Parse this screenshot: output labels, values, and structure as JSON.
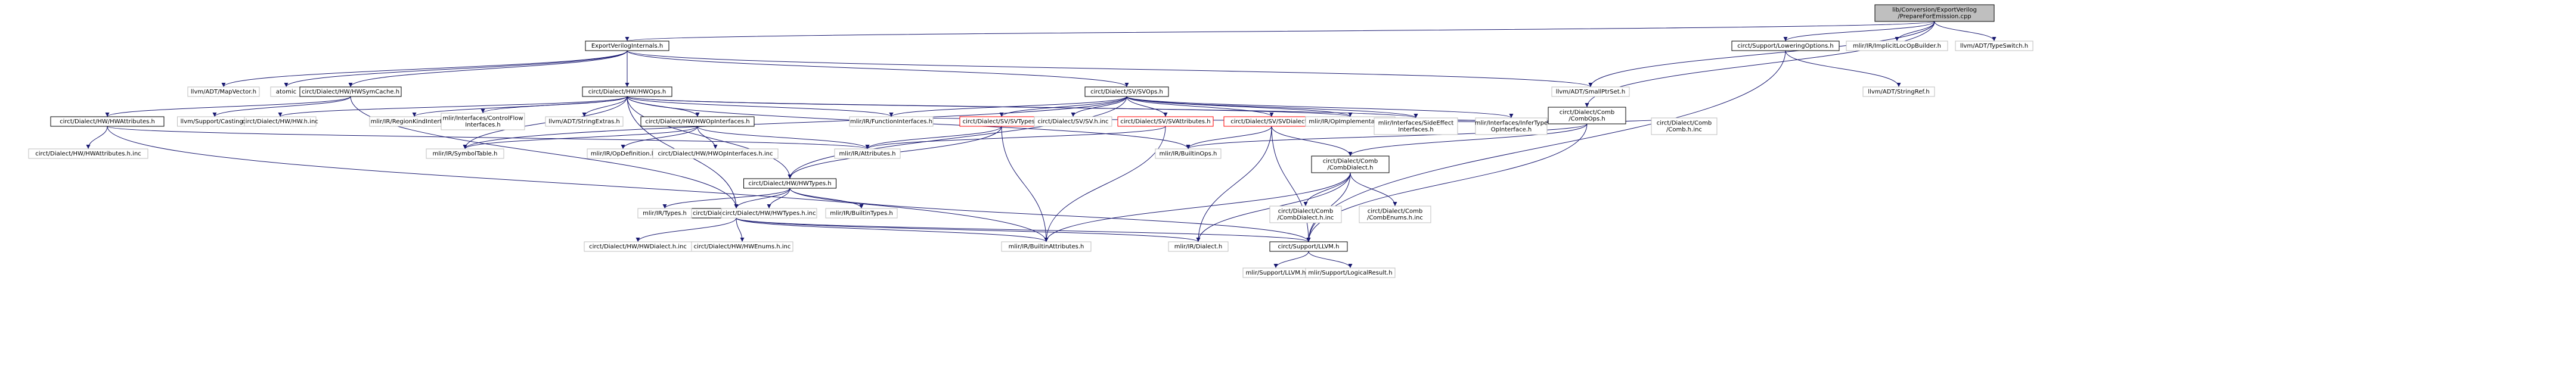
{
  "nodes": [
    {
      "id": "root",
      "label": [
        "lib/Conversion/ExportVerilog",
        "/PrepareForEmission.cpp"
      ],
      "kind": "root"
    },
    {
      "id": "evi",
      "label": [
        "ExportVerilogInternals.h"
      ],
      "kind": "box"
    },
    {
      "id": "smallptrset",
      "label": [
        "llvm/ADT/SmallPtrSet.h"
      ],
      "kind": "plain"
    },
    {
      "id": "combops",
      "label": [
        "circt/Dialect/Comb",
        "/CombOps.h"
      ],
      "kind": "box"
    },
    {
      "id": "lowering",
      "label": [
        "circt/Support/LoweringOptions.h"
      ],
      "kind": "box"
    },
    {
      "id": "implicitloc",
      "label": [
        "mlir/IR/ImplicitLocOpBuilder.h"
      ],
      "kind": "plain"
    },
    {
      "id": "typeswitch",
      "label": [
        "llvm/ADT/TypeSwitch.h"
      ],
      "kind": "plain"
    },
    {
      "id": "mapvector",
      "label": [
        "llvm/ADT/MapVector.h"
      ],
      "kind": "plain"
    },
    {
      "id": "atomic",
      "label": [
        "atomic"
      ],
      "kind": "plain"
    },
    {
      "id": "symcache",
      "label": [
        "circt/Dialect/HW/HWSymCache.h"
      ],
      "kind": "box"
    },
    {
      "id": "hwops",
      "label": [
        "circt/Dialect/HW/HWOps.h"
      ],
      "kind": "box"
    },
    {
      "id": "svops",
      "label": [
        "circt/Dialect/SV/SVOps.h"
      ],
      "kind": "box"
    },
    {
      "id": "stringref",
      "label": [
        "llvm/ADT/StringRef.h"
      ],
      "kind": "plain"
    },
    {
      "id": "combinc",
      "label": [
        "circt/Dialect/Comb",
        "/Comb.h.inc"
      ],
      "kind": "plain"
    },
    {
      "id": "hwattrs",
      "label": [
        "circt/Dialect/HW/HWAttributes.h"
      ],
      "kind": "box"
    },
    {
      "id": "casting",
      "label": [
        "llvm/Support/Casting.h"
      ],
      "kind": "plain"
    },
    {
      "id": "hwhinc",
      "label": [
        "circt/Dialect/HW/HW.h.inc"
      ],
      "kind": "plain"
    },
    {
      "id": "regionkind",
      "label": [
        "mlir/IR/RegionKindInterface.h"
      ],
      "kind": "plain"
    },
    {
      "id": "controlflow",
      "label": [
        "mlir/Interfaces/ControlFlow",
        "Interfaces.h"
      ],
      "kind": "plain"
    },
    {
      "id": "stringextras",
      "label": [
        "llvm/ADT/StringExtras.h"
      ],
      "kind": "plain"
    },
    {
      "id": "hwopint",
      "label": [
        "circt/Dialect/HW/HWOpInterfaces.h"
      ],
      "kind": "box"
    },
    {
      "id": "funcint",
      "label": [
        "mlir/IR/FunctionInterfaces.h"
      ],
      "kind": "plain"
    },
    {
      "id": "svtypes",
      "label": [
        "circt/Dialect/SV/SVTypes.h"
      ],
      "kind": "red"
    },
    {
      "id": "svhinc",
      "label": [
        "circt/Dialect/SV/SV.h.inc"
      ],
      "kind": "plain"
    },
    {
      "id": "svattrs",
      "label": [
        "circt/Dialect/SV/SVAttributes.h"
      ],
      "kind": "red"
    },
    {
      "id": "svdialect",
      "label": [
        "circt/Dialect/SV/SVDialect.h"
      ],
      "kind": "red"
    },
    {
      "id": "opimpl",
      "label": [
        "mlir/IR/OpImplementation.h"
      ],
      "kind": "plain"
    },
    {
      "id": "sideeffect",
      "label": [
        "mlir/Interfaces/SideEffect",
        "Interfaces.h"
      ],
      "kind": "plain"
    },
    {
      "id": "infertype",
      "label": [
        "mlir/Interfaces/InferType",
        "OpInterface.h"
      ],
      "kind": "plain"
    },
    {
      "id": "hwattrsinc",
      "label": [
        "circt/Dialect/HW/HWAttributes.h.inc"
      ],
      "kind": "plain"
    },
    {
      "id": "symtable",
      "label": [
        "mlir/IR/SymbolTable.h"
      ],
      "kind": "plain"
    },
    {
      "id": "opdef",
      "label": [
        "mlir/IR/OpDefinition.h"
      ],
      "kind": "plain"
    },
    {
      "id": "hwopintinc",
      "label": [
        "circt/Dialect/HW/HWOpInterfaces.h.inc"
      ],
      "kind": "plain"
    },
    {
      "id": "hwtypes",
      "label": [
        "circt/Dialect/HW/HWTypes.h"
      ],
      "kind": "box"
    },
    {
      "id": "attributes",
      "label": [
        "mlir/IR/Attributes.h"
      ],
      "kind": "plain"
    },
    {
      "id": "builtinops",
      "label": [
        "mlir/IR/BuiltinOps.h"
      ],
      "kind": "plain"
    },
    {
      "id": "combdialect",
      "label": [
        "circt/Dialect/Comb",
        "/CombDialect.h"
      ],
      "kind": "box"
    },
    {
      "id": "hwdialect",
      "label": [
        "circt/Dialect/HW/HWDialect.h"
      ],
      "kind": "box"
    },
    {
      "id": "types",
      "label": [
        "mlir/IR/Types.h"
      ],
      "kind": "plain"
    },
    {
      "id": "hwtypesinc",
      "label": [
        "circt/Dialect/HW/HWTypes.h.inc"
      ],
      "kind": "plain"
    },
    {
      "id": "builtintypes",
      "label": [
        "mlir/IR/BuiltinTypes.h"
      ],
      "kind": "plain"
    },
    {
      "id": "combdialectinc",
      "label": [
        "circt/Dialect/Comb",
        "/CombDialect.h.inc"
      ],
      "kind": "plain"
    },
    {
      "id": "combenumsinc",
      "label": [
        "circt/Dialect/Comb",
        "/CombEnums.h.inc"
      ],
      "kind": "plain"
    },
    {
      "id": "hwdialectinc",
      "label": [
        "circt/Dialect/HW/HWDialect.h.inc"
      ],
      "kind": "plain"
    },
    {
      "id": "hwenumsinc",
      "label": [
        "circt/Dialect/HW/HWEnums.h.inc"
      ],
      "kind": "plain"
    },
    {
      "id": "builtinattrs",
      "label": [
        "mlir/IR/BuiltinAttributes.h"
      ],
      "kind": "plain"
    },
    {
      "id": "mlirdialect",
      "label": [
        "mlir/IR/Dialect.h"
      ],
      "kind": "plain"
    },
    {
      "id": "circtllvm",
      "label": [
        "circt/Support/LLVM.h"
      ],
      "kind": "box"
    },
    {
      "id": "mlirllvm",
      "label": [
        "mlir/Support/LLVM.h"
      ],
      "kind": "plain"
    },
    {
      "id": "logicalresult",
      "label": [
        "mlir/Support/LogicalResult.h"
      ],
      "kind": "plain"
    }
  ],
  "edges": [
    [
      "root",
      "evi"
    ],
    [
      "root",
      "smallptrset"
    ],
    [
      "root",
      "combops"
    ],
    [
      "root",
      "lowering"
    ],
    [
      "root",
      "implicitloc"
    ],
    [
      "root",
      "typeswitch"
    ],
    [
      "evi",
      "mapvector"
    ],
    [
      "evi",
      "atomic"
    ],
    [
      "evi",
      "symcache"
    ],
    [
      "evi",
      "hwops"
    ],
    [
      "evi",
      "svops"
    ],
    [
      "evi",
      "smallptrset"
    ],
    [
      "symcache",
      "casting"
    ],
    [
      "symcache",
      "hwattrs"
    ],
    [
      "symcache",
      "hwdialect"
    ],
    [
      "hwops",
      "hwhinc"
    ],
    [
      "hwops",
      "regionkind"
    ],
    [
      "hwops",
      "controlflow"
    ],
    [
      "hwops",
      "stringextras"
    ],
    [
      "hwops",
      "hwopint"
    ],
    [
      "hwops",
      "funcint"
    ],
    [
      "hwops",
      "symtable"
    ],
    [
      "hwops",
      "hwtypes"
    ],
    [
      "hwops",
      "opimpl"
    ],
    [
      "hwops",
      "sideeffect"
    ],
    [
      "hwops",
      "hwdialect"
    ],
    [
      "hwops",
      "builtinops"
    ],
    [
      "svops",
      "svtypes"
    ],
    [
      "svops",
      "svhinc"
    ],
    [
      "svops",
      "svattrs"
    ],
    [
      "svops",
      "svdialect"
    ],
    [
      "svops",
      "opimpl"
    ],
    [
      "svops",
      "sideeffect"
    ],
    [
      "svops",
      "infertype"
    ],
    [
      "svops",
      "funcint"
    ],
    [
      "svops",
      "symtable"
    ],
    [
      "svops",
      "hwtypes"
    ],
    [
      "combops",
      "opimpl"
    ],
    [
      "combops",
      "sideeffect"
    ],
    [
      "combops",
      "infertype"
    ],
    [
      "combops",
      "funcint"
    ],
    [
      "combops",
      "combinc"
    ],
    [
      "combops",
      "combdialect"
    ],
    [
      "combops",
      "builtinops"
    ],
    [
      "combops",
      "circtllvm"
    ],
    [
      "lowering",
      "stringref"
    ],
    [
      "lowering",
      "circtllvm"
    ],
    [
      "hwattrs",
      "hwattrsinc"
    ],
    [
      "hwattrs",
      "attributes"
    ],
    [
      "hwattrs",
      "builtinattrs"
    ],
    [
      "hwopint",
      "opdef"
    ],
    [
      "hwopint",
      "hwopintinc"
    ],
    [
      "hwopint",
      "symtable"
    ],
    [
      "hwopint",
      "attributes"
    ],
    [
      "svtypes",
      "hwtypes"
    ],
    [
      "svtypes",
      "attributes"
    ],
    [
      "svtypes",
      "builtinattrs"
    ],
    [
      "svattrs",
      "attributes"
    ],
    [
      "svattrs",
      "builtinattrs"
    ],
    [
      "svdialect",
      "builtinops"
    ],
    [
      "svdialect",
      "combdialect"
    ],
    [
      "svdialect",
      "mlirdialect"
    ],
    [
      "svdialect",
      "circtllvm"
    ],
    [
      "hwtypes",
      "hwdialect"
    ],
    [
      "hwtypes",
      "types"
    ],
    [
      "hwtypes",
      "hwtypesinc"
    ],
    [
      "hwtypes",
      "builtintypes"
    ],
    [
      "hwtypes",
      "circtllvm"
    ],
    [
      "combdialect",
      "combdialectinc"
    ],
    [
      "combdialect",
      "combenumsinc"
    ],
    [
      "combdialect",
      "mlirdialect"
    ],
    [
      "combdialect",
      "builtinattrs"
    ],
    [
      "combdialect",
      "circtllvm"
    ],
    [
      "hwdialect",
      "hwdialectinc"
    ],
    [
      "hwdialect",
      "hwenumsinc"
    ],
    [
      "hwdialect",
      "builtinattrs"
    ],
    [
      "hwdialect",
      "mlirdialect"
    ],
    [
      "hwdialect",
      "circtllvm"
    ],
    [
      "circtllvm",
      "mlirllvm"
    ],
    [
      "circtllvm",
      "logicalresult"
    ]
  ],
  "colors": {
    "edge": "#191970",
    "box_border": "#000000",
    "plain_border": "#bfbfbf",
    "root_fill": "#bfbfbf",
    "red_border": "#ff0000"
  }
}
